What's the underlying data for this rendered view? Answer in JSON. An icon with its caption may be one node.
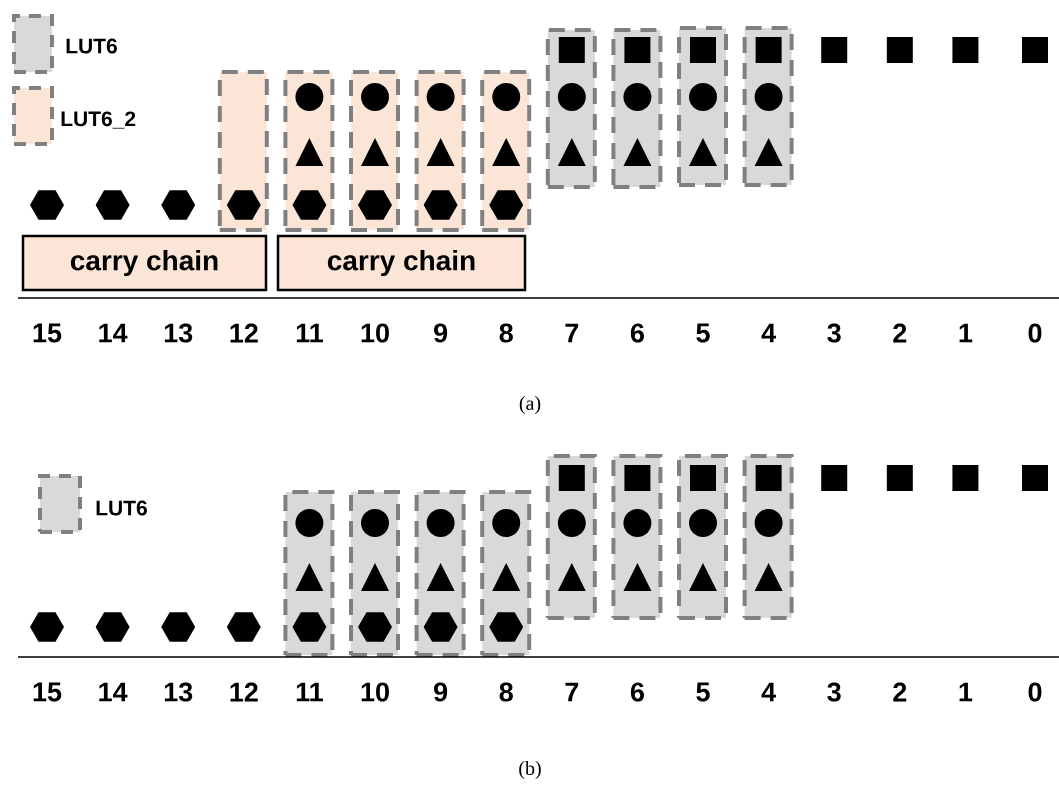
{
  "diagram": {
    "nodes": [
      {
        "text": [],
        "shape": "box"
      },
      {
        "text": [],
        "shape": "box"
      },
      {
        "text": [],
        "shape": "box"
      },
      {
        "text": [],
        "shape": "box"
      },
      {
        "text": [],
        "shape": "box"
      },
      {
        "text": [],
        "shape": "box"
      },
      {
        "text": [],
        "shape": "box"
      },
      {
        "text": [],
        "shape": "box"
      },
      {
        "text": [],
        "shape": "box"
      },
      {
        "text": [
          "carry chain"
        ]
      },
      {
        "text": [
          "carry chain"
        ]
      },
      {
        "text": [],
        "shape": "box"
      },
      {
        "text": [],
        "shape": "box"
      },
      {
        "text": [],
        "shape": "box"
      },
      {
        "text": [],
        "shape": "box"
      },
      {
        "text": [],
        "shape": "box"
      },
      {
        "text": [],
        "shape": "box"
      },
      {
        "text": [],
        "shape": "box"
      },
      {
        "text": [],
        "shape": "box"
      }
    ],
    "labels": [
      "15",
      "14",
      "13",
      "12",
      "11",
      "10",
      "9",
      "8",
      "7",
      "6",
      "5",
      "4",
      "3",
      "2",
      "1",
      "0",
      "(a)",
      "15",
      "14",
      "13",
      "12",
      "11",
      "10",
      "9",
      "8",
      "7",
      "6",
      "5",
      "4",
      "3",
      "2",
      "1",
      "0",
      "(b)"
    ],
    "legend": [
      {
        "text": "LUT6",
        "color": "#d9d9d9"
      },
      {
        "text": "LUT6_2",
        "color": "#fbe5d6"
      },
      {
        "text": "LUT6",
        "color": "#d9d9d9"
      }
    ]
  }
}
